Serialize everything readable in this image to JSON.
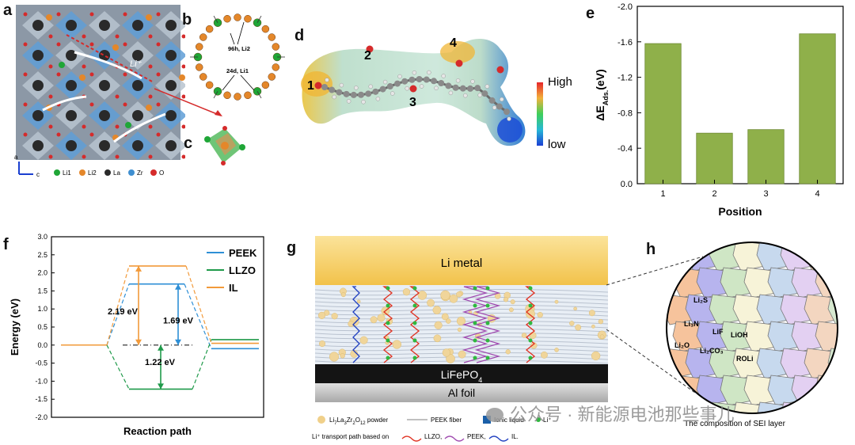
{
  "panels": {
    "a": {
      "letter": "a",
      "li_label": "Li⁺",
      "axis_a": "a",
      "axis_c": "c",
      "legend": [
        {
          "label": "Li1",
          "color": "#1fa637"
        },
        {
          "label": "Li2",
          "color": "#e4872a"
        },
        {
          "label": "La",
          "color": "#2a2a2a"
        },
        {
          "label": "Zr",
          "color": "#3f8fd0"
        },
        {
          "label": "O",
          "color": "#d52b2b"
        }
      ]
    },
    "b": {
      "letter": "b",
      "label_top": "96h, Li2",
      "label_bottom": "24d, Li1"
    },
    "c": {
      "letter": "c"
    },
    "d": {
      "letter": "d",
      "sites": [
        "1",
        "2",
        "3",
        "4"
      ],
      "scale_high": "High",
      "scale_low": "low"
    },
    "f": {
      "letter": "f"
    },
    "g": {
      "letter": "g",
      "li_metal": "Li metal",
      "lifepo4": "LiFePO",
      "lifepo4_sub": "4",
      "al_foil": "Al foil",
      "legend_powder_main": "Li",
      "legend_powder_sub1": "7",
      "legend_powder_mid1": "La",
      "legend_powder_sub2": "3",
      "legend_powder_mid2": "Zr",
      "legend_powder_sub3": "2",
      "legend_powder_mid3": "O",
      "legend_powder_sub4": "12",
      "legend_powder_tail": " powder",
      "legend_fiber": "PEEK fiber",
      "legend_ionic": "Ionic liquid",
      "legend_li": "Li⁺",
      "transport_prefix": "Li⁺ transport path based on",
      "transport_llzo": "LLZO,",
      "transport_peek": "PEEK,",
      "transport_il": "IL."
    },
    "h": {
      "letter": "h",
      "caption": "The composition of SEI layer",
      "species": [
        "Li₂S",
        "Li₃N",
        "LiF",
        "LiOH",
        "Li₂O",
        "Li₂CO₃",
        "ROLi"
      ]
    }
  },
  "watermark": "公众号 · 新能源电池那些事儿",
  "chart_data": [
    {
      "type": "bar",
      "panel": "e",
      "categories": [
        "1",
        "2",
        "3",
        "4"
      ],
      "values": [
        -1.58,
        -0.57,
        -0.61,
        -1.69
      ],
      "xlabel": "Position",
      "ylabel": "ΔE",
      "ylabel_sub": "Ads.",
      "ylabel_unit": "(eV)",
      "ylim": [
        0.0,
        -2.0
      ],
      "yticks": [
        "-2.0",
        "-1.6",
        "-1.2",
        "-0.8",
        "-0.4",
        "0.0"
      ],
      "bar_color": "#8fb04a",
      "grid": false
    },
    {
      "type": "line",
      "panel": "f",
      "xlabel": "Reaction path",
      "ylabel": "Energy (eV)",
      "ylim": [
        -2.0,
        3.0
      ],
      "yticks": [
        "3.0",
        "2.5",
        "2.0",
        "1.5",
        "1.0",
        "0.5",
        "0.0",
        "-0.5",
        "-1.0",
        "-1.5",
        "-2.0"
      ],
      "series": [
        {
          "name": "PEEK",
          "color": "#2e8fd6",
          "barrier": 1.69,
          "final": -0.1
        },
        {
          "name": "LLZO",
          "color": "#1f9a4a",
          "barrier": -1.22,
          "final": 0.15
        },
        {
          "name": "IL",
          "color": "#f29a3a",
          "barrier": 2.19,
          "final": 0.05
        }
      ],
      "annotations": [
        "2.19 eV",
        "1.69 eV",
        "1.22 eV"
      ]
    }
  ]
}
